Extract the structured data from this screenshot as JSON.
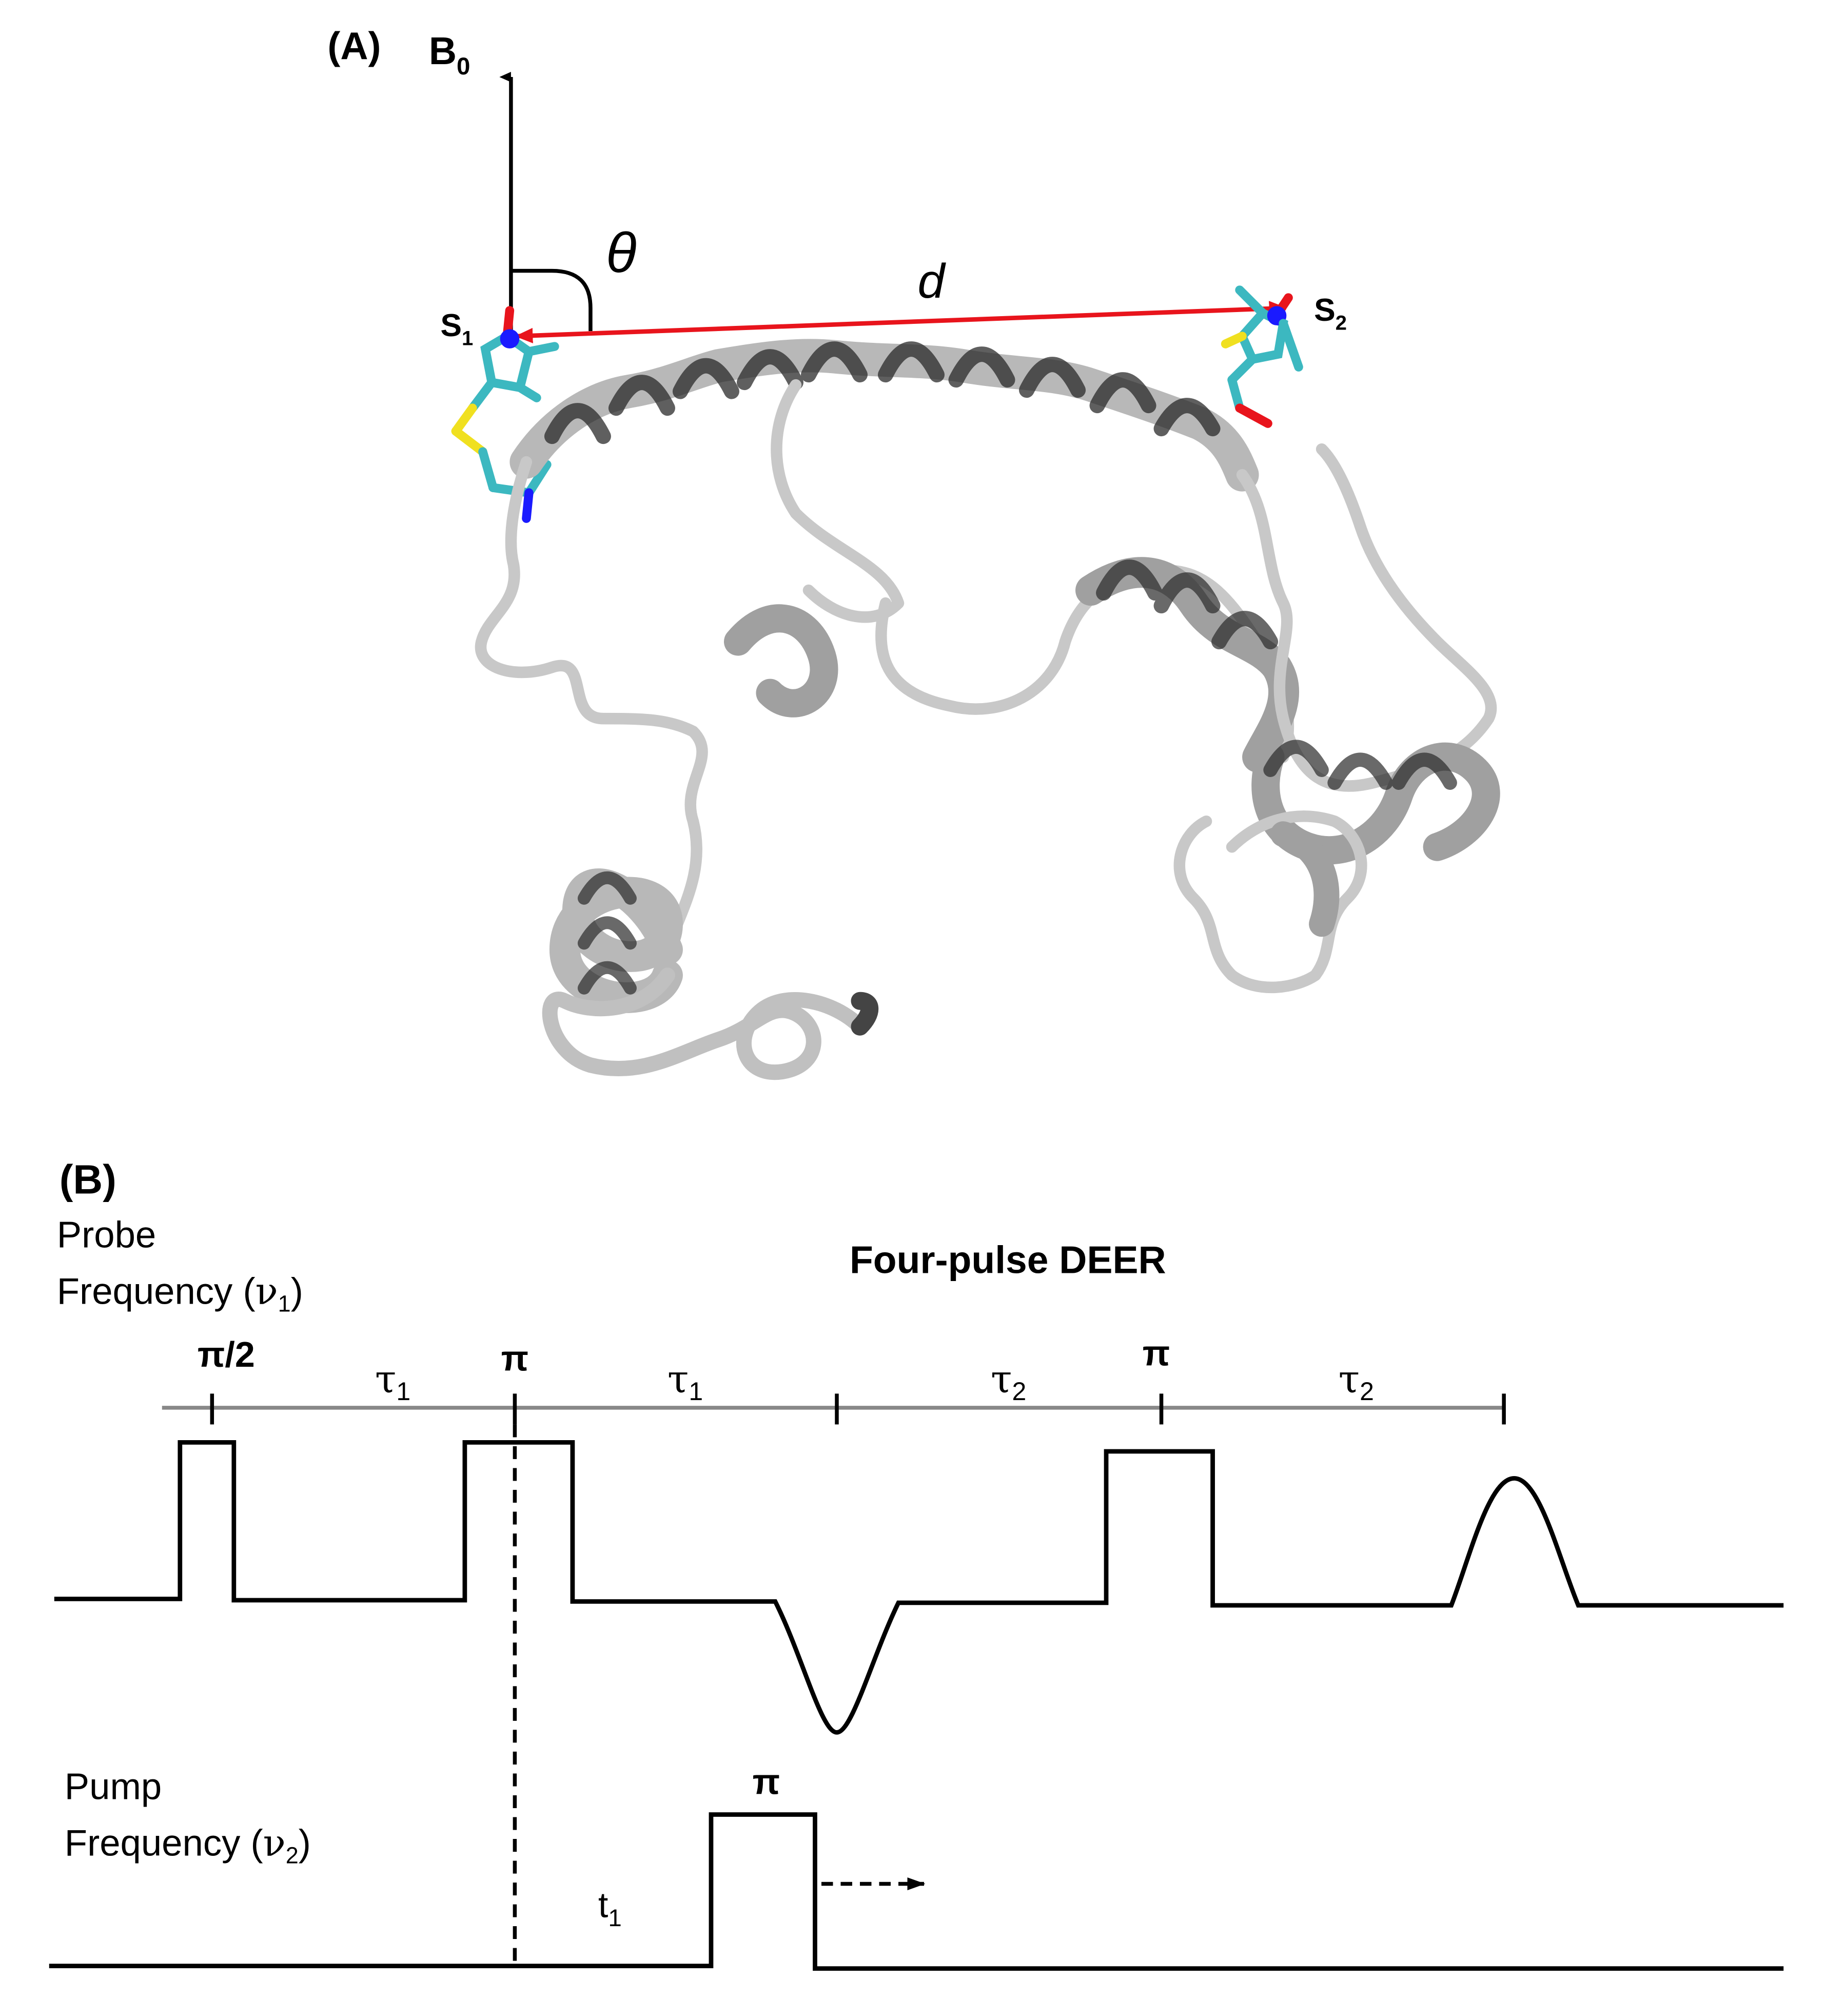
{
  "panel_a": {
    "label": "(A)",
    "field_axis": {
      "symbol": "B",
      "subscript": "0"
    },
    "angle_symbol": "θ",
    "distance_symbol": "d",
    "spin_1": {
      "symbol": "S",
      "subscript": "1"
    },
    "spin_2": {
      "symbol": "S",
      "subscript": "2"
    },
    "colors": {
      "distance_arrow": "#e8141c",
      "ribbon": "#a9a9a9",
      "spin_label_carbon": "#3cb8c0",
      "spin_label_sulfur": "#f0e020",
      "nitrogen": "#1a1aff",
      "oxygen": "#e8141c"
    }
  },
  "panel_b": {
    "label": "(B)",
    "title": "Four-pulse DEER",
    "probe_label": {
      "line1": "Probe",
      "line2": "Frequency (",
      "nu": "ν",
      "sub": "1",
      "close": ")"
    },
    "pump_label": {
      "line1": "Pump",
      "line2": "Frequency (",
      "nu": "ν",
      "sub": "2",
      "close": ")"
    },
    "pulse_labels": {
      "pi_half": "π/2",
      "pi_1": "π",
      "pi_2": "π",
      "pump_pi": "π"
    },
    "delays": [
      {
        "symbol": "τ",
        "sub": "1"
      },
      {
        "symbol": "τ",
        "sub": "1"
      },
      {
        "symbol": "τ",
        "sub": "2"
      },
      {
        "symbol": "τ",
        "sub": "2"
      }
    ],
    "pump_delay": {
      "symbol": "t",
      "sub": "1"
    }
  }
}
